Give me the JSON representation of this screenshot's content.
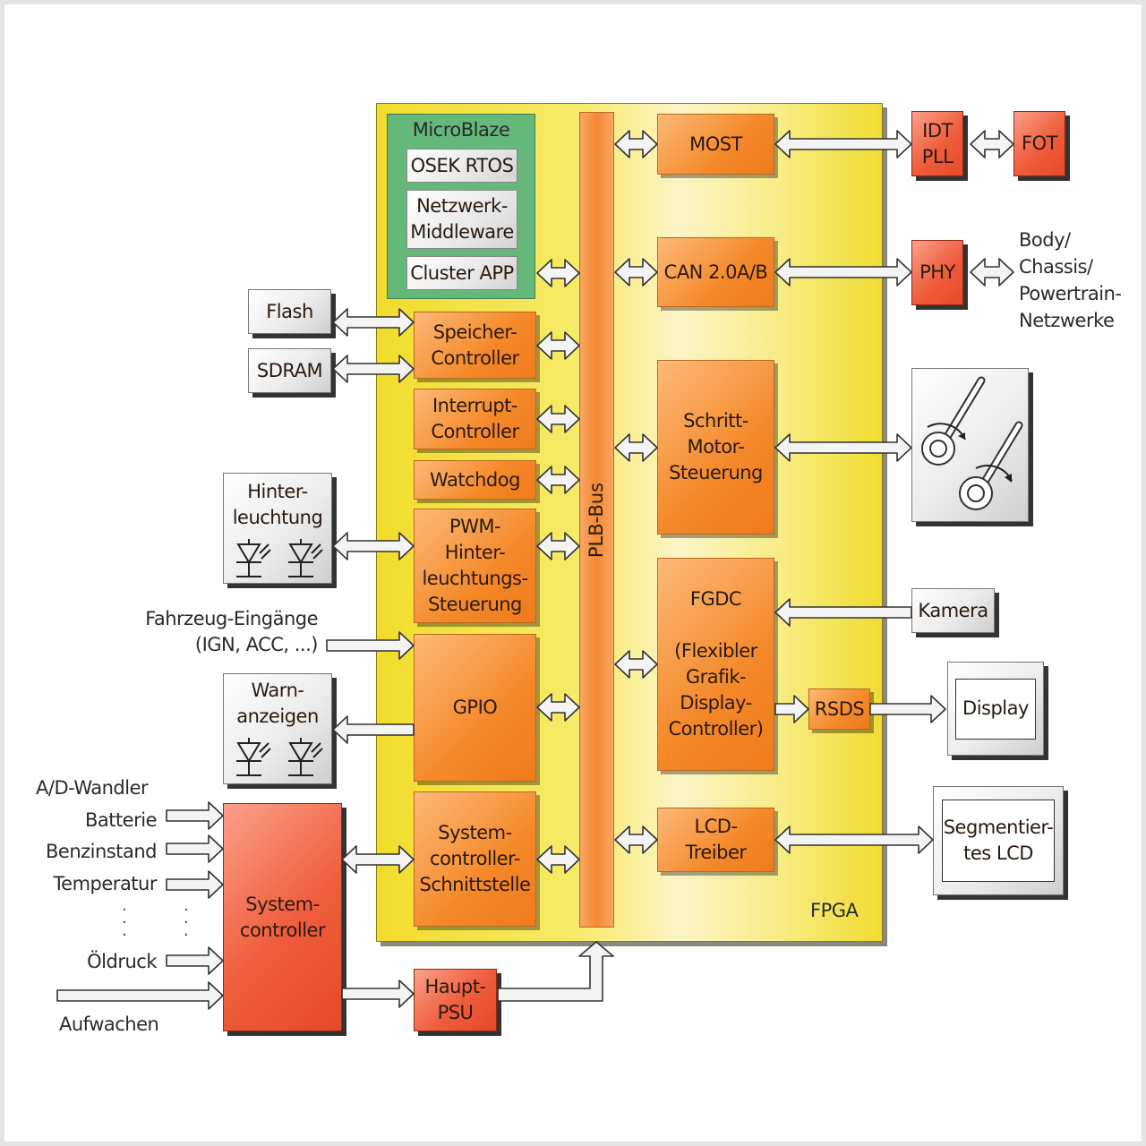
{
  "fpga": {
    "label": "FPGA"
  },
  "microblaze": {
    "title": "MicroBlaze",
    "items": [
      "OSEK RTOS",
      "Netzwerk-\nMiddleware",
      "Cluster APP"
    ]
  },
  "bus": {
    "label": "PLB-Bus"
  },
  "left_blocks": {
    "speicher": "Speicher-\nController",
    "interrupt": "Interrupt-\nController",
    "watchdog": "Watchdog",
    "pwm": "PWM-\nHinter-\nleuchtungs-\nSteuerung",
    "gpio": "GPIO",
    "syscif": "System-\ncontroller-\nSchnittstelle"
  },
  "right_blocks": {
    "most": "MOST",
    "can": "CAN 2.0A/B",
    "stepper": "Schritt-\nMotor-\nSteuerung",
    "fgdc": "FGDC\n\n(Flexibler\nGrafik-\nDisplay-\nController)",
    "rsds": "RSDS",
    "lcd": "LCD-\nTreiber"
  },
  "external": {
    "flash": "Flash",
    "sdram": "SDRAM",
    "backlight": "Hinter-\nleuchtung",
    "warn": "Warn-\nanzeigen",
    "syscontroller": "System-\ncontroller",
    "psu": "Haupt-\nPSU",
    "idt_pll": "IDT\nPLL",
    "fot": "FOT",
    "phy": "PHY",
    "camera": "Kamera",
    "display": "Display",
    "seg_lcd": "Segmentier-\ntes LCD"
  },
  "labels": {
    "networks": "Body/\nChassis/\nPowertrain-\nNetzwerke",
    "vehicle_inputs": "Fahrzeug-Eingänge\n(IGN, ACC, ...)",
    "adc": "A/D-Wandler",
    "battery": "Batterie",
    "fuel": "Benzinstand",
    "temperature": "Temperatur",
    "oil": "Öldruck",
    "wakeup": "Aufwachen"
  },
  "colors": {
    "fpga": "#f4e44a",
    "microblaze": "#64b87a",
    "block_orange": "#f5892a",
    "block_red": "#ef5d3c",
    "external_grey": "#e0e0e0"
  },
  "icons": [
    "led-icon",
    "gauge-needle-icon"
  ]
}
